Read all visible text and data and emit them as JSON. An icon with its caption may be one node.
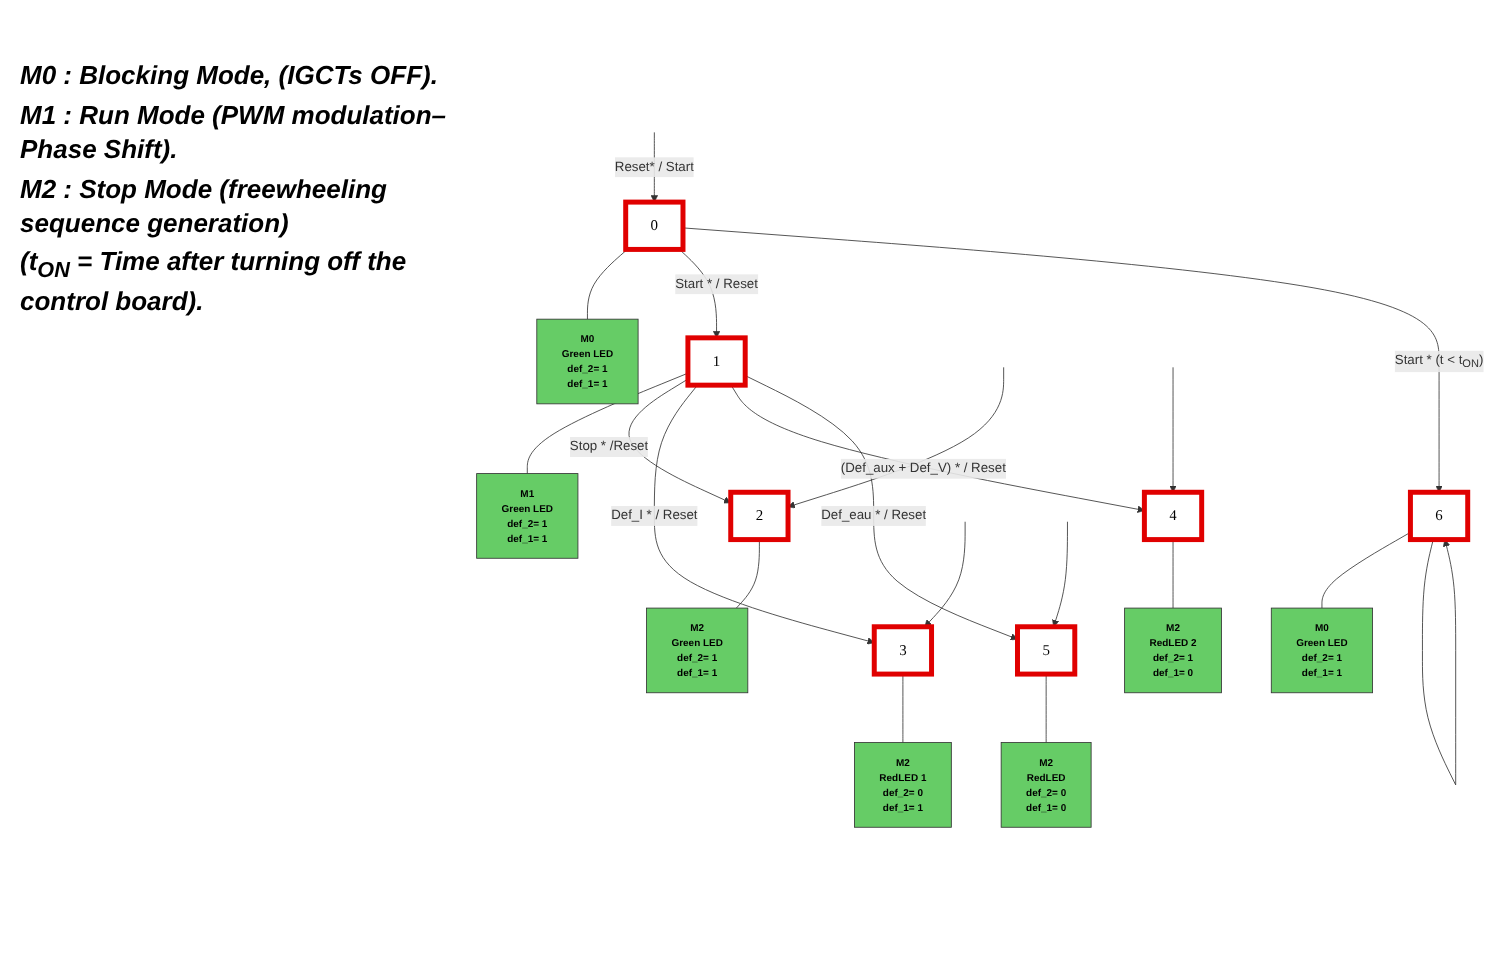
{
  "diagram": {
    "nodes": [
      {
        "text": [
          "0"
        ]
      },
      {
        "text": [
          "M0",
          "Green LED",
          "def_2= 1",
          "def_1= 1"
        ]
      },
      {
        "text": [
          "1"
        ]
      },
      {
        "text": [
          "M1",
          "Green LED",
          "def_2= 1",
          "def_1= 1"
        ]
      },
      {
        "text": [
          "6"
        ]
      },
      {
        "text": [
          "M0",
          "Green LED",
          "def_2= 1",
          "def_1= 1"
        ]
      },
      {
        "text": [
          "2"
        ]
      },
      {
        "text": [
          "M2",
          "Green LED",
          "def_2= 1",
          "def_1= 1"
        ]
      },
      {
        "text": [
          "3"
        ]
      },
      {
        "text": [
          "M2",
          "RedLED 1",
          "def_2= 0",
          "def_1= 1"
        ]
      },
      {
        "text": [
          "4"
        ]
      },
      {
        "text": [
          "M2",
          "RedLED 2",
          "def_2= 1",
          "def_1= 0"
        ]
      },
      {
        "text": [
          "5"
        ]
      },
      {
        "text": [
          "M2",
          "RedLED",
          "def_2= 0",
          "def_1= 0"
        ]
      }
    ],
    "edges": [
      {
        "from": null,
        "to": 0,
        "arrow": "to",
        "label": "Reset* / Start"
      },
      {
        "from": 0,
        "to": 1,
        "arrow": "none"
      },
      {
        "from": 0,
        "to": 2,
        "arrow": "to",
        "label": "Start * / Reset"
      },
      {
        "from": 0,
        "to": 4,
        "arrow": "to",
        "label": "Start * (t < t$_{ON}$)"
      },
      {
        "from": 2,
        "to": 3,
        "arrow": "none"
      },
      {
        "from": 4,
        "to": 5,
        "arrow": "none"
      },
      {
        "from": 4,
        "to": 4,
        "arrow": "to"
      },
      {
        "from": 2,
        "to": 6,
        "arrow": "to",
        "label": "Stop * /Reset"
      },
      {
        "from": 2,
        "to": 8,
        "arrow": "to",
        "label": "Def_I * / Reset"
      },
      {
        "from": 2,
        "to": 10,
        "arrow": "to",
        "label": "(Def_aux + Def_V) * / Reset"
      },
      {
        "from": 2,
        "to": 12,
        "arrow": "to",
        "label": "Def_eau * / Reset"
      },
      {
        "from": 6,
        "to": 7,
        "arrow": "none"
      },
      {
        "from": 8,
        "to": 9,
        "arrow": "none"
      },
      {
        "from": 10,
        "to": 11,
        "arrow": "none"
      },
      {
        "from": 12,
        "to": 13,
        "arrow": "none"
      },
      {
        "from": null,
        "to": 6,
        "arrow": "to"
      },
      {
        "from": null,
        "to": 8,
        "arrow": "to"
      },
      {
        "from": null,
        "to": 10,
        "arrow": "to"
      },
      {
        "from": null,
        "to": 12,
        "arrow": "to"
      }
    ],
    "labels": [
      "M0 : Blocking Mode, (IGCTs OFF).",
      "M1 : Run Mode (PWM modulation–Phase Shift).",
      "M2 : Stop Mode (freewheeling sequence generation)",
      "(t$_{ON}$ = Time after turning off the control board)."
    ]
  }
}
